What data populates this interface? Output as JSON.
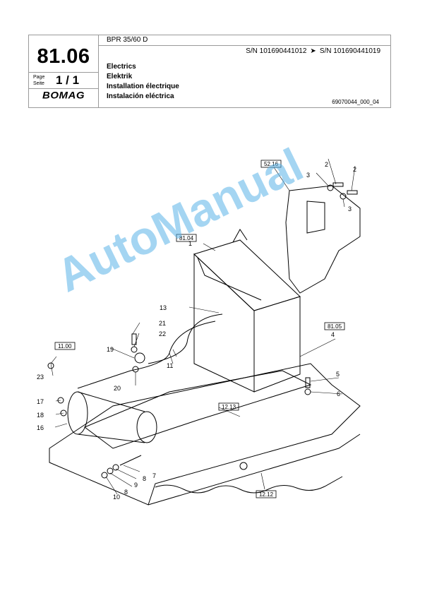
{
  "header": {
    "model": "BPR 35/60 D",
    "serial_from": "S/N 101690441012",
    "arrow": "➤",
    "serial_to": "S/N 101690441019",
    "section": "81.06",
    "page_label_1": "Page",
    "page_label_2": "Seite",
    "page": "1 / 1",
    "logo": "BOMAG",
    "titles": [
      "Electrics",
      "Elektrik",
      "Installation électrique",
      "Instalación eléctrica"
    ],
    "drawing_number": "69070044_000_04"
  },
  "references": [
    "52.16",
    "81.04",
    "81.05",
    "11.00",
    "12.13",
    "12.12"
  ],
  "callouts": [
    "1",
    "2",
    "2",
    "3",
    "3",
    "4",
    "5",
    "6",
    "7",
    "8",
    "8",
    "9",
    "10",
    "11",
    "13",
    "16",
    "17",
    "18",
    "19",
    "20",
    "21",
    "22",
    "23"
  ],
  "watermark": "AutoManual"
}
